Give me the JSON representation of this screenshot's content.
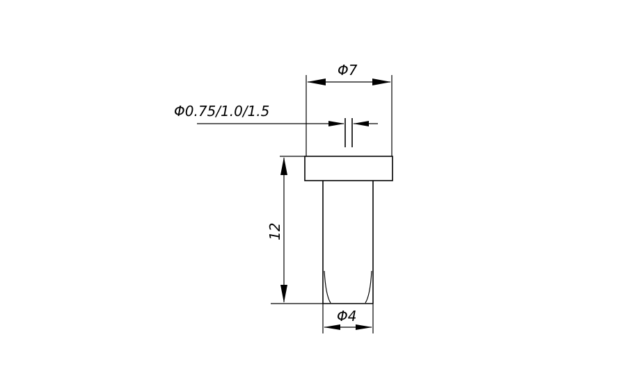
{
  "dimensions": {
    "head_diameter": "Φ7",
    "bore_diameters": "Φ0.75/1.0/1.5",
    "shank_length": "12",
    "shank_diameter": "Φ4"
  },
  "colors": {
    "line": "#000000",
    "background": "#ffffff"
  }
}
